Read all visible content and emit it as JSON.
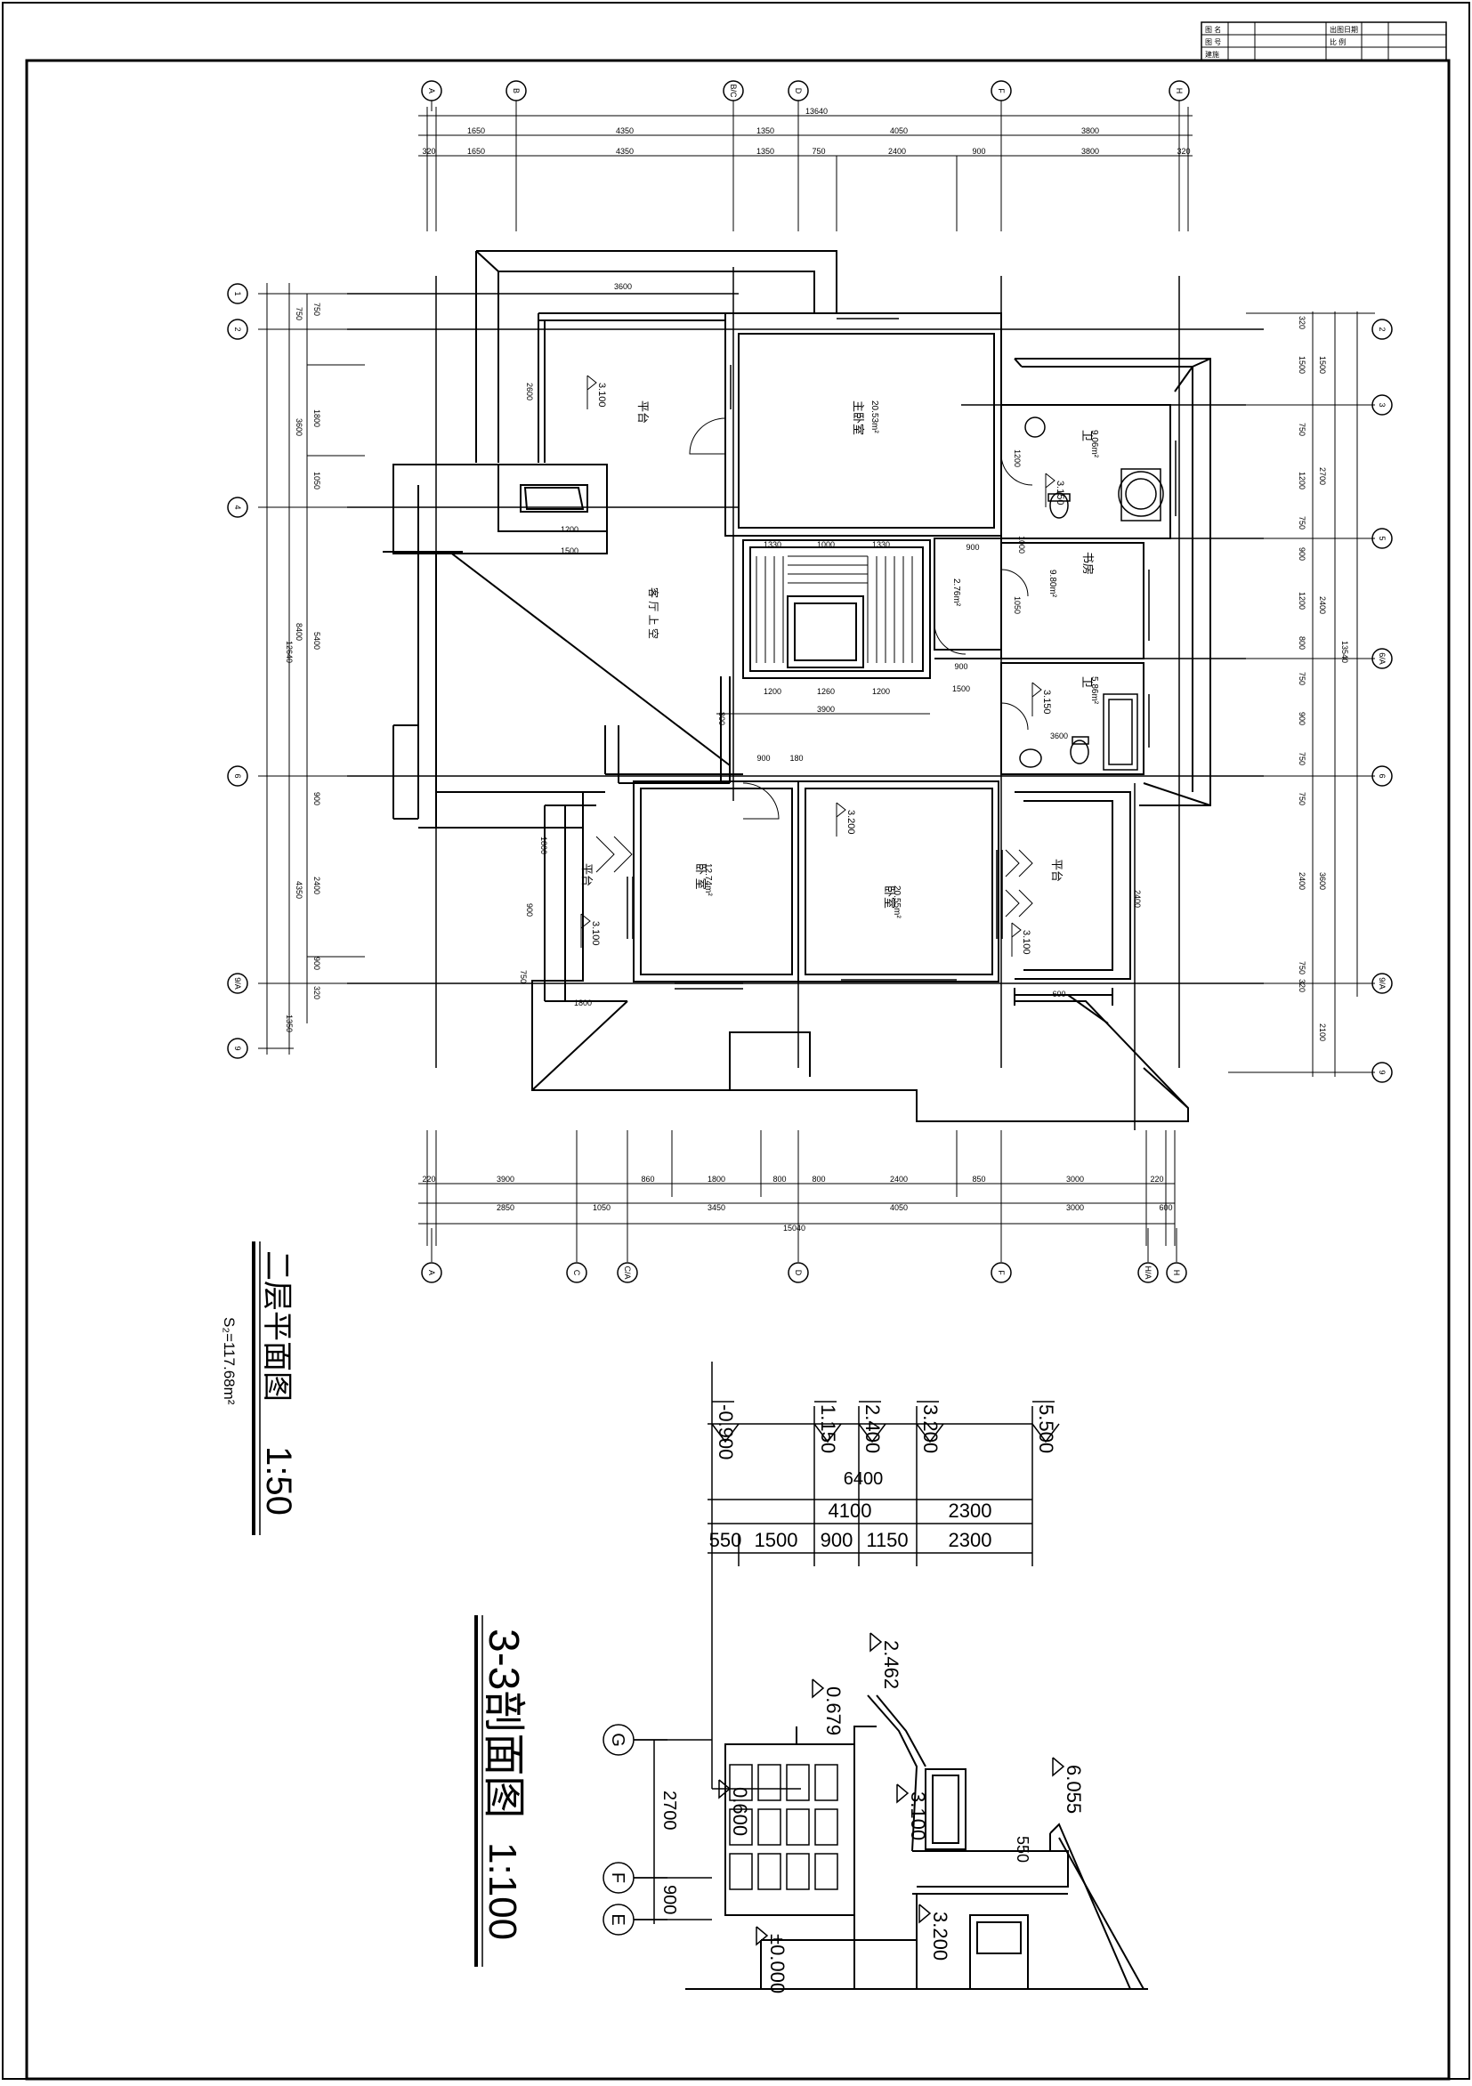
{
  "title_block": {
    "cell_1": "图 名",
    "cell_2": "图 号",
    "cell_3": "建施",
    "cell_4": "出图日期",
    "cell_5": "比 例"
  },
  "plan": {
    "title": "二层平面图",
    "scale": "1:50",
    "area": "S₂=117.68m²",
    "axes_top": [
      "A",
      "B",
      "B/C",
      "D",
      "F",
      "H"
    ],
    "axes_bottom": [
      "A",
      "C",
      "C/A",
      "D",
      "F",
      "H/A",
      "H"
    ],
    "axes_left": [
      "1",
      "2",
      "4",
      "6",
      "9/A",
      "9"
    ],
    "axes_right": [
      "2",
      "3",
      "5",
      "6/A",
      "6",
      "9/A",
      "9"
    ],
    "dims_top_total": "13640",
    "dims_top_row1": [
      "1650",
      "4350",
      "1350",
      "4050",
      "3800"
    ],
    "dims_top_row2": [
      "320",
      "1650",
      "4350",
      "1350",
      "750",
      "2400",
      "900",
      "3800",
      "320"
    ],
    "dims_bottom_row1": [
      "220",
      "3900",
      "860",
      "1800",
      "800",
      "800",
      "2400",
      "850",
      "3000",
      "220"
    ],
    "dims_bottom_row2": [
      "2850",
      "1050",
      "3450",
      "4050",
      "3000",
      "600"
    ],
    "dims_bottom_total": "15040",
    "dims_left_outer": [
      "12640",
      "1350"
    ],
    "dims_left_mid": [
      "750",
      "3600",
      "8400",
      "4350"
    ],
    "dims_left_inner": [
      "750",
      "1800",
      "1050",
      "5400",
      "900",
      "2400",
      "900",
      "320"
    ],
    "dims_right_outer": [
      "1500",
      "2700",
      "2400",
      "3600",
      "2100",
      "13540"
    ],
    "dims_right_inner": [
      "320",
      "1500",
      "750",
      "1200",
      "750",
      "900",
      "1200",
      "800",
      "750",
      "900",
      "750",
      "750",
      "2400",
      "750",
      "320"
    ],
    "room_labels": {
      "bedroom_main": "主卧室",
      "bedroom_main_area": "20.53m²",
      "bedroom_2": "卧 室",
      "bedroom_2_area": "12.74m²",
      "bedroom_3": "卧室",
      "bedroom_3_area": "20.55m²",
      "terrace_1": "平台",
      "terrace_2": "平台",
      "terrace_3": "平台",
      "study": "书房",
      "study_area": "9.80m²",
      "toilet_1": "卫",
      "toilet_1_area": "9.06m²",
      "toilet_2": "卫",
      "toilet_2_area": "5.86m²",
      "closet_area": "2.76m²",
      "void": "客 厅 上 空"
    },
    "elevations": [
      "3.100",
      "3.150",
      "3.200",
      "3.100",
      "3.150",
      "3.100"
    ],
    "internal_dims": [
      "3600",
      "2600",
      "1200",
      "1500",
      "1330",
      "1000",
      "1330",
      "1200",
      "1260",
      "1200",
      "3900",
      "900",
      "180",
      "1500",
      "900",
      "1200",
      "900",
      "1000",
      "3600",
      "2400",
      "1050",
      "1800",
      "600",
      "1800",
      "900",
      "750",
      "800"
    ]
  },
  "section": {
    "title": "3-3剖面图",
    "scale": "1:100",
    "axes": [
      "G",
      "F",
      "E"
    ],
    "levels_top": [
      "-0.900",
      "1.150",
      "2.400",
      "3.200",
      "5.500"
    ],
    "dims_total": "6400",
    "dims_row1": [
      "4100",
      "2300"
    ],
    "dims_row2": [
      "550",
      "1500",
      "900",
      "1150",
      "2300"
    ],
    "levels_body": [
      "2.462",
      "0.679",
      "3.100",
      "6.055",
      "3.200",
      "±0.000",
      "0.600"
    ],
    "dims_left": [
      "2700",
      "900"
    ],
    "dim_550": "550"
  }
}
